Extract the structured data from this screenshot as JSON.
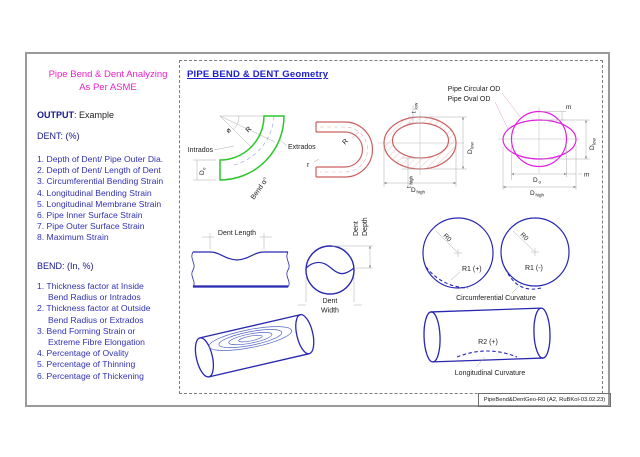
{
  "left_panel": {
    "title_line1": "Pipe Bend & Dent Analyzing",
    "title_line2": "As Per ASME",
    "output_label": "OUTPUT",
    "output_value": ": Example",
    "dent_heading": "DENT: (%)",
    "dent_items": [
      "1. Depth of Dent/ Pipe Outer Dia.",
      "2. Depth of Dent/ Length of Dent",
      "3. Circumferential Bending Strain",
      "4. Longitudinal Bending Strain",
      "5. Longitudinal Membrane Strain",
      "6. Pipe Inner Surface Strain",
      "7. Pipe Outer Surface Strain",
      "8. Maximum Strain"
    ],
    "bend_heading": "BEND: (In, %)",
    "bend_items": [
      "1. Thickness factor at Inside\nBend Radius or Intrados",
      "2. Thickness factor at Outside\nBend Radius or Extrados",
      "3. Bend Forming Strain or\nExtreme Fibre Elongation",
      "4. Percentage of Ovality",
      "5. Percentage of Thinning",
      "6. Percentage of Thickening"
    ]
  },
  "geometry": {
    "title": "PIPE BEND & DENT Geometry",
    "elbow": {
      "phi": "ø",
      "radius": "R",
      "intrados": "Intrados",
      "extrados": "Extrados",
      "od_main": "D",
      "od_sub": "o",
      "bend_angle": "Bend α°"
    },
    "ubend": {
      "bend_radius": "R",
      "end_radius": "r"
    },
    "oval_section": {
      "t_main": "t",
      "t_low_sub": "low",
      "t_high_sub": "high",
      "d_main": "D",
      "d_high_sub": "high",
      "d_low_sub": "low"
    },
    "ovality": {
      "circular_od": "Pipe Circular OD",
      "oval_od": "Pipe Oval OD",
      "m_top": "m",
      "m_side": "m",
      "d_main": "D",
      "d_o_sub": "o",
      "d_high_sub": "high",
      "d_low_sub": "low"
    },
    "dent_profile": {
      "length_label": "Dent Length"
    },
    "dent_section": {
      "width_line1": "Dent",
      "width_line2": "Width",
      "depth_line1": "Dent",
      "depth_line2": "Depth"
    },
    "curvature": {
      "r0_left": "R0",
      "r0_right": "R0",
      "r1_pos": "R1 (+)",
      "r1_neg": "R1 (-)",
      "caption": "Circumferential Curvature"
    },
    "longitudinal": {
      "r2": "R2 (+)",
      "caption": "Longitudinal Curvature"
    }
  },
  "footer": {
    "label": "PipeBend&DentGeo-R0 (A2, RuBKol-03.02.23)"
  },
  "colors": {
    "magenta_text": "#e822c8",
    "navy_heading": "#16168e",
    "blue_list": "#3232b4",
    "panel_title_blue": "#2020cc",
    "elbow_green": "#2dc72d",
    "pipe_red": "#cc6060",
    "ovality_magenta": "#e022e0",
    "diagram_blue": "#2828b0",
    "dim_gray": "#aaaaaa"
  }
}
